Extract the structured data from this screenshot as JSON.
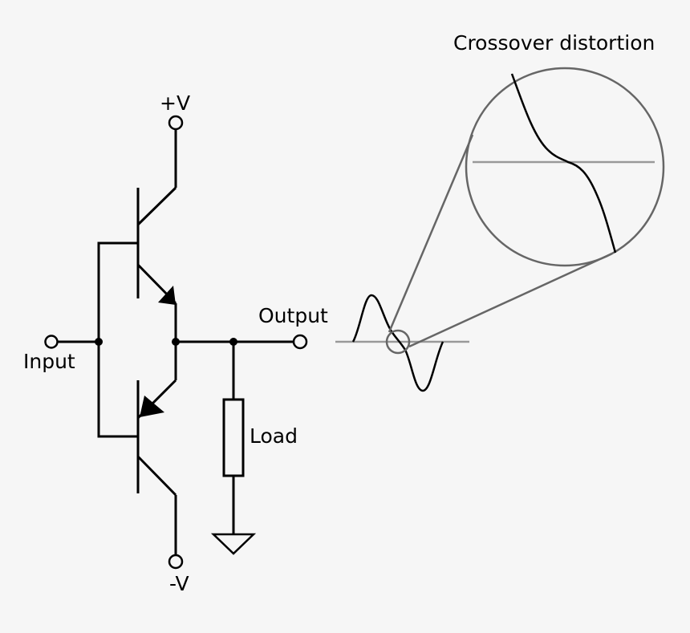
{
  "labels": {
    "plus_v": "+V",
    "minus_v": "-V",
    "input": "Input",
    "output": "Output",
    "load": "Load",
    "crossover": "Crossover distortion"
  },
  "colors": {
    "background": "#f6f6f6",
    "wire": "#000000",
    "magnifier": "#666666",
    "axis": "#999999"
  }
}
